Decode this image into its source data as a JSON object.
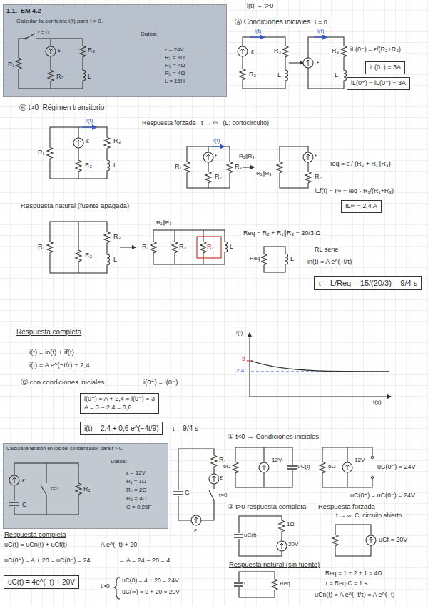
{
  "diagram": {
    "nodes": [
      {
        "text": [
          "1.1.  EM 4.2",
          "Calcular la corriente i(t) para t > 0.",
          "Datos:",
          "ε = 24V",
          "R₁ = 8Ω",
          "R₃ = 4Ω",
          "R₂ = 4Ω",
          "L = 15H",
          "t = 0",
          "R₁",
          "ε",
          "R₂",
          "R₃",
          "L"
        ]
      },
      {
        "text": [
          "iL(0⁻) = 3A"
        ]
      },
      {
        "text": [
          "iL(0⁺) = iL(0⁻) = 3A"
        ]
      },
      {
        "text": [
          "IL∞ = 2,4 A"
        ]
      },
      {
        "text": [
          "τ = L/Req = 15/(20/3) = 9/4 s"
        ]
      },
      {
        "text": [
          "i(0⁺) = A + 2,4 = i(0⁻) = 3",
          "A = 3 − 2,4 = 0,6"
        ]
      },
      {
        "text": [
          "i(t) = 2,4 + 0,6 e^(−4t/9)"
        ]
      },
      {
        "text": [
          "Calcula la tensión en los del condensador para t > 0.",
          "Datos:",
          "ε = 12V",
          "R₁ = 1Ω",
          "R₂ = 2Ω",
          "R₃ = 4Ω",
          "C = 0,25F",
          "ε",
          "C",
          "t=0",
          "R₁"
        ]
      },
      {
        "text": [
          "uC(t) = 4e^(−t) + 20V"
        ]
      }
    ],
    "labels": [
      "i(t) → t>0",
      "Ⓐ Condiciones iniciales",
      "t = 0⁻",
      "i(t)",
      "ε",
      "R₂",
      "R₃",
      "L",
      "i(t)",
      "ε",
      "R₃",
      "L",
      "iL(0⁻) = ε/(R₂+R₃)",
      "Ⓑ t>0  Régimen transitorio",
      "i(t)",
      "R₁",
      "ε",
      "R₂",
      "R₃",
      "L",
      "Respuesta forzada   t → ∞   (L: cortocircuito)",
      "i(t)",
      "R₁",
      "ε",
      "R₂",
      "R₃",
      "R₁∥R₃",
      "R₁∥R₃",
      "ε",
      "R₂",
      "Ieq = ε / (R₂ + R₁∥R₃)",
      "iLf(t) = I∞ = Ieq · R₁/(R₁+R₃)",
      "Respuesta natural (fuente apagada)",
      "R₁",
      "R₂",
      "R₃",
      "L",
      "R₁∥R₃",
      "R₁",
      "R₃",
      "R₂",
      "L",
      "Req = R₂ + R₁∥R₃ = 20/3 Ω",
      "Req",
      "L",
      "RL serie",
      "in(t) = A e^(−t/τ)",
      "Respuesta completa",
      "i(t) = in(t) + if(t)",
      "i(t) = A e^(−t/τ) + 2,4",
      "Ⓒ con condiciones iniciales",
      "i(0⁺) = i(0⁻)",
      "τ = 9/4 s",
      "i(t)",
      "3",
      "2,4",
      "t(s)",
      "R₁",
      "ε",
      "t=0",
      "C",
      "ε",
      "Respuesta completa",
      "uC(t) = uCn(t) + uCf(t)",
      "A e^(−t) + 20",
      "uC(0⁺) = A + 20 = uC(0⁻) = 24",
      "→ A = 24 − 20 = 4",
      "t>0",
      "uC(0) = 4 + 20 = 24V",
      "uC(∞) = 0 + 20 = 20V",
      "① t<0 → Condiciones iniciales",
      "6Ω",
      "12V",
      "uC(t)",
      "6Ω",
      "12V",
      "uC(0⁻) = 24V",
      "uC(0⁺) = uC(0⁻) = 24V",
      "② t>0 respuesta completa",
      "uC(t)",
      "1Ω",
      "20V",
      "Respuesta forzada",
      "t → ∞  C: circuito abierto",
      "uCf = 20V",
      "Respuesta natural (sin fuente)",
      "Req = 1 + 2 + 1 = 4Ω",
      "τ = Req·C = 1 s",
      "uCn(t) = A e^(−t/τ) = A e^(−t)",
      "C",
      "Req"
    ]
  }
}
